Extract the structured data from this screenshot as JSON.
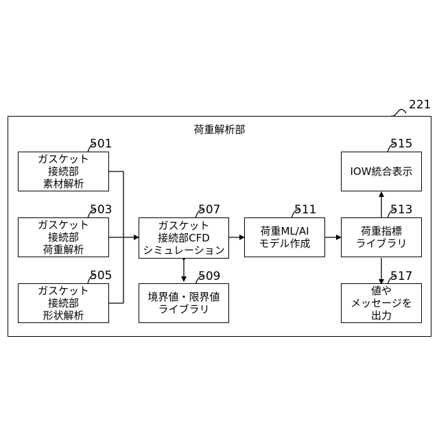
{
  "figure": {
    "ref": "221",
    "title": "荷重解析部"
  },
  "blocks": {
    "b501": {
      "ref": "501",
      "lines": [
        "ガスケット",
        "接続部",
        "素材解析"
      ]
    },
    "b503": {
      "ref": "503",
      "lines": [
        "ガスケット",
        "接続部",
        "荷重解析"
      ]
    },
    "b505": {
      "ref": "505",
      "lines": [
        "ガスケット",
        "接続部",
        "形状解析"
      ]
    },
    "b507": {
      "ref": "507",
      "lines": [
        "ガスケット",
        "接続部CFD",
        "シミュレーション"
      ]
    },
    "b509": {
      "ref": "509",
      "lines": [
        "境界値・限界値",
        "ライブラリ"
      ]
    },
    "b511": {
      "ref": "511",
      "lines": [
        "荷重ML/AI",
        "モデル作成"
      ]
    },
    "b513": {
      "ref": "513",
      "lines": [
        "荷重指標",
        "ライブラリ"
      ]
    },
    "b515": {
      "ref": "515",
      "lines": [
        "IOW統合表示"
      ]
    },
    "b517": {
      "ref": "517",
      "lines": [
        "値や",
        "メッセージを",
        "出力"
      ]
    }
  }
}
